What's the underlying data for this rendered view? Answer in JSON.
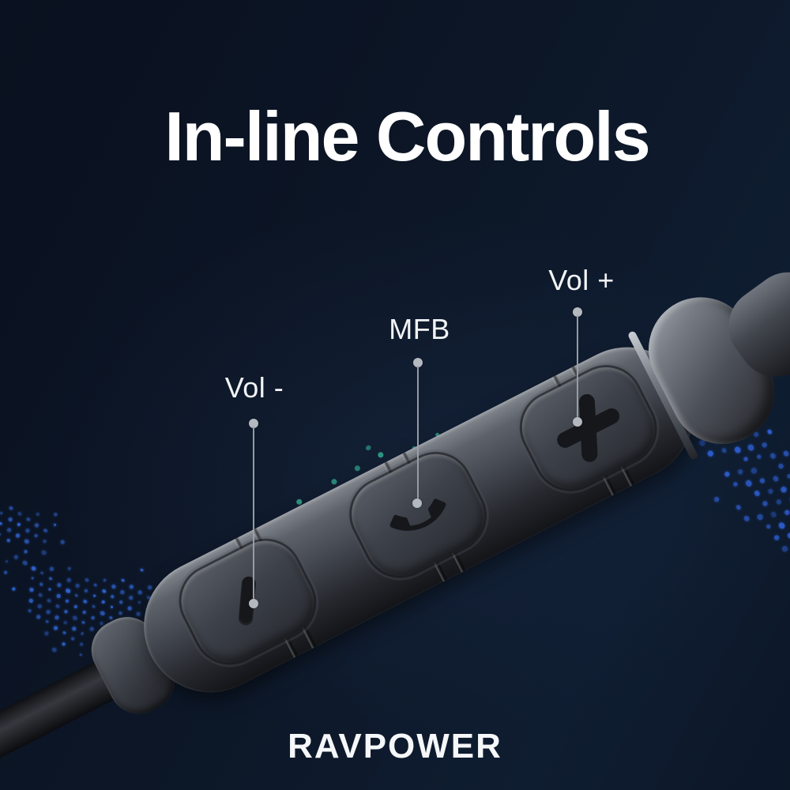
{
  "title": "In-line Controls",
  "callouts": [
    {
      "label": "Vol -",
      "button": "volume-down",
      "icon": "minus-icon"
    },
    {
      "label": "MFB",
      "button": "multi-function",
      "icon": "phone-icon"
    },
    {
      "label": "Vol +",
      "button": "volume-up",
      "icon": "plus-icon"
    }
  ],
  "brand": "RAVPOWER",
  "device": {
    "type": "in-line remote on earphone cable",
    "buttons": [
      "volume-down",
      "multi-function",
      "volume-up"
    ]
  },
  "colors": {
    "background": "#0c1626",
    "text": "#ffffff",
    "leader_line": "#9ba1a9",
    "teal_dots": "#2fa28a",
    "blue_dots": "#2f63d0",
    "device_gray": "#3d4149"
  }
}
